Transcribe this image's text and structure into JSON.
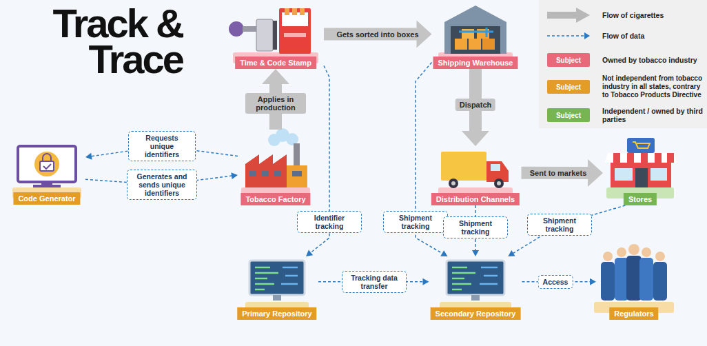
{
  "diagram": {
    "title": "Track & Trace",
    "nodes": [
      {
        "text": [
          "Time & Code Stamp"
        ]
      },
      {
        "text": [
          "Shipping Warehouse"
        ]
      },
      {
        "text": [
          "Code Generator"
        ]
      },
      {
        "text": [
          "Tobacco Factory"
        ]
      },
      {
        "text": [
          "Distribution Channels"
        ]
      },
      {
        "text": [
          "Stores"
        ]
      },
      {
        "text": [
          "Primary Repository"
        ]
      },
      {
        "text": [
          "Secondary Repository"
        ]
      },
      {
        "text": [
          "Regulators"
        ]
      }
    ],
    "edges": [
      {
        "from": 3,
        "to": 0,
        "label": "Applies in production",
        "arrow": "to"
      },
      {
        "from": 0,
        "to": 1,
        "label": "Gets sorted into boxes",
        "arrow": "to"
      },
      {
        "from": 1,
        "to": 4,
        "label": "Dispatch",
        "arrow": "to"
      },
      {
        "from": 4,
        "to": 5,
        "label": "Sent to markets",
        "arrow": "to"
      },
      {
        "from": 3,
        "to": 2,
        "label": "Requests unique identifiers",
        "arrow": "to"
      },
      {
        "from": 2,
        "to": 3,
        "label": "Generates and sends unique identifiers",
        "arrow": "to"
      },
      {
        "from": 0,
        "to": 6,
        "label": "Identifier tracking",
        "arrow": "to"
      },
      {
        "from": 1,
        "to": 7,
        "label": "Shipment tracking",
        "arrow": "to"
      },
      {
        "from": 4,
        "to": 7,
        "label": "Shipment tracking",
        "arrow": "to"
      },
      {
        "from": 5,
        "to": 7,
        "label": "Shipment tracking",
        "arrow": "to"
      },
      {
        "from": 6,
        "to": 7,
        "label": "Tracking data transfer",
        "arrow": "to"
      },
      {
        "from": 7,
        "to": 8,
        "label": "Access",
        "arrow": "to"
      }
    ],
    "labels": [
      "Subject",
      "Subject",
      "Subject"
    ],
    "legend": [
      {
        "text": "Flow of cigarettes"
      },
      {
        "text": "Flow of data"
      },
      {
        "text": "Owned by tobacco industry",
        "color": "#e8697a"
      },
      {
        "text": "Not independent from tobacco industry in all states, contrary to Tobacco Products Directive",
        "color": "#e39d27"
      },
      {
        "text": "Independent / owned by third parties",
        "color": "#76b552"
      }
    ]
  }
}
